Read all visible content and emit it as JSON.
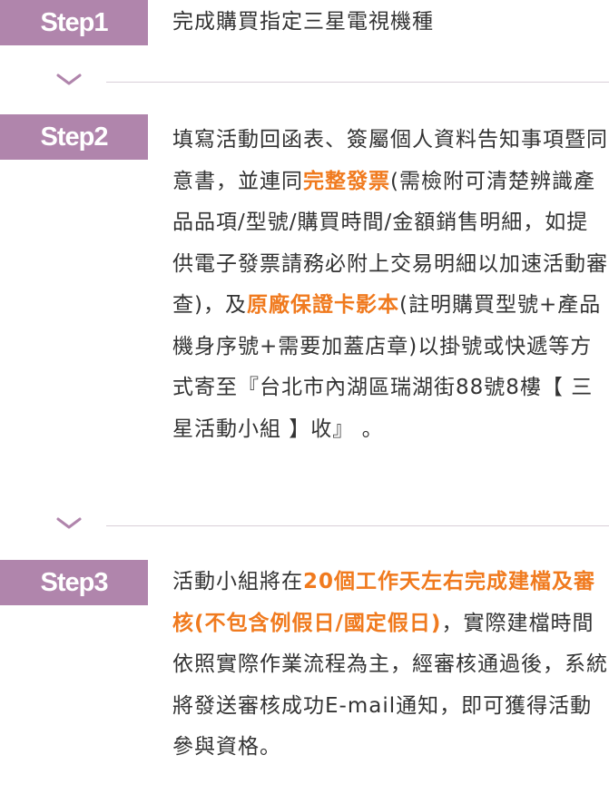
{
  "steps": [
    {
      "label": "Step1",
      "segments": [
        {
          "text": "完成購買指定三星電視機種",
          "hl": false
        }
      ]
    },
    {
      "label": "Step2",
      "segments": [
        {
          "text": "填寫活動回函表、簽屬個人資料告知事項暨同意書，並連同",
          "hl": false
        },
        {
          "text": "完整發票",
          "hl": true
        },
        {
          "text": "(需檢附可清楚辨識產品品項/型號/購買時間/金額銷售明細，如提供電子發票請務必附上交易明細以加速活動審查)，及",
          "hl": false
        },
        {
          "text": "原廠保證卡影本",
          "hl": true
        },
        {
          "text": "(註明購買型號+產品機身序號+需要加蓋店章)以掛號或快遞等方式寄至『台北市內湖區瑞湖街88號8樓【 三星活動小組 】收』 。",
          "hl": false
        }
      ]
    },
    {
      "label": "Step3",
      "segments": [
        {
          "text": "活動小組將在",
          "hl": false
        },
        {
          "text": "20個工作天左右完成建檔及審核(不包含例假日/國定假日)",
          "hl": true
        },
        {
          "text": "，實際建檔時間依照實際作業流程為主，經審核通過後，系統將發送審核成功E-mail通知，即可獲得活動參與資格。",
          "hl": false
        }
      ]
    }
  ],
  "icons": {
    "separator": "chevron-down-icon"
  },
  "colors": {
    "badge": "#b085ac",
    "highlight": "#f07a1e",
    "text": "#333333",
    "divider": "#d9cfd8"
  }
}
